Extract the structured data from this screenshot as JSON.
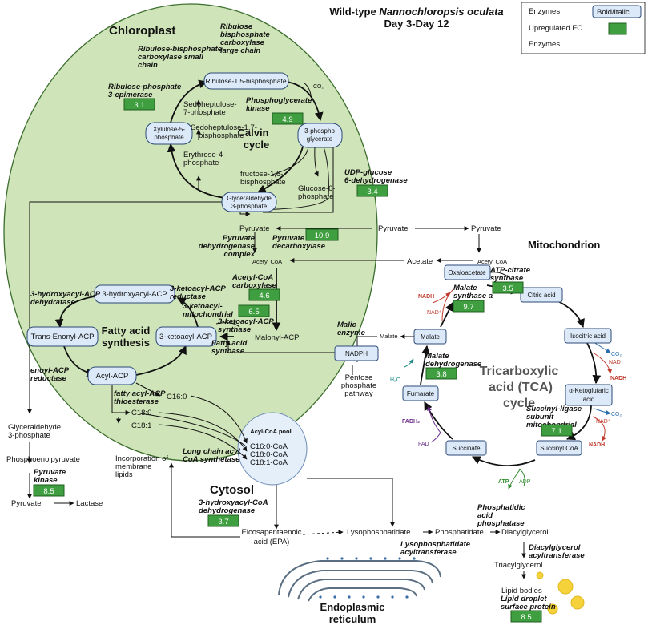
{
  "title": {
    "line1a": "Wild-type ",
    "line1b": "Nannochloropsis oculata",
    "line2": "Day 3-Day 12"
  },
  "legend": {
    "enzymes": "Enzymes",
    "bold_italic": "Bold/italic",
    "upregulated": "Upregulated FC",
    "enzymes2": "Enzymes"
  },
  "compartments": {
    "chloroplast": "Chloroplast",
    "calvin1": "Calvin",
    "calvin2": "cycle",
    "fatty1": "Fatty acid",
    "fatty2": "synthesis",
    "mito": "Mitochondrion",
    "tca1": "Tricarboxylic",
    "tca2": "acid (TCA)",
    "tca3": "cycle",
    "cytosol": "Cytosol",
    "er1": "Endoplasmic",
    "er2": "reticulum",
    "pool": "Acyl-CoA pool"
  },
  "boxes": {
    "rubp": "Ribulose-1,5-bisphosphate",
    "xyl1": "Xylulose-5-",
    "xyl2": "phosphate",
    "pg1": "3-phospho",
    "pg2": "glycerate",
    "gap1": "Glyceraldehyde",
    "gap2": "3-phosphate",
    "hacp": "3-hydroxyacyl-ACP",
    "tenoyl": "Trans-Enonyl-ACP",
    "ketoacp": "3-ketoacyl-ACP",
    "acylacp": "Acyl-ACP",
    "oxalo": "Oxaloacetate",
    "citric": "Citric acid",
    "isocitric": "Isocitric acid",
    "akg1": "α-Ketoglutaric",
    "akg2": "acid",
    "succoa": "Succinyl CoA",
    "succinate": "Succinate",
    "fumarate": "Fumarate",
    "malate": "Malate",
    "nadph": "NADPH"
  },
  "enzymes": {
    "rbs1": "Ribulose-bisphosphate",
    "rbs2": "carboxylase small",
    "rbs3": "chain",
    "rbl1": "Ribulose",
    "rbl2": "bisphosphate",
    "rbl3": "carboxylase",
    "rbl4": "large chain",
    "rpe1": "Ribulose-phosphate",
    "rpe2": "3-epimerase",
    "pgk1": "Phosphoglycerate",
    "pgk2": "kinase",
    "udp1": "UDP-glucose",
    "udp2": "6-dehydrogenase",
    "pdh1": "Pyruvate",
    "pdh2": "dehydrogenase",
    "pdh3": "complex",
    "pdc1": "Pyruvate",
    "pdc2": "decarboxylase",
    "acc1": "Acetyl-CoA",
    "acc2": "carboxylase",
    "hd1": "3-hydroxyacyl-ACP",
    "hd2": "dehydratase",
    "kr1": "3-ketoacyl-ACP",
    "kr2": "reductase",
    "km1": "3-ketoacyl-",
    "km2": "mitochondrial",
    "ks1": "3-ketoacyl-ACP",
    "ks2": "synthase",
    "fas1": "Fatty acid",
    "fas2": "synthase",
    "er1": "enoyl-ACP",
    "er2": "reductase",
    "fat1": "fatty acyl-ACP",
    "fat2": "thioesterase",
    "acl1": "ATP-citrate",
    "acl2": "synthase",
    "ms1": "Malate",
    "ms2": "synthase a",
    "me1": "Malic",
    "me2": "enzyme",
    "mdh1": "Malate",
    "mdh2": "dehydrogenase",
    "scs1": "Succinyl-ligase",
    "scs2": "subunit",
    "scs3": "mitochondrial",
    "pk1": "Pyruvate",
    "pk2": "kinase",
    "lcs1": "Long chain acyl",
    "lcs2": "CoA synthetase",
    "hcd1": "3-hydroxyacyl-CoA",
    "hcd2": "dehydrogenase",
    "lpat1": "Lysophosphatidate",
    "lpat2": "acyltransferase",
    "pap1": "Phosphatidic",
    "pap2": "acid",
    "pap3": "phosphatase",
    "dgat1": "Diacylglycerol",
    "dgat2": "acyltransferase",
    "ld1": "Lipid droplet",
    "ld2": "surface protein"
  },
  "fc": {
    "rpe": "3.1",
    "pgk": "4.9",
    "udp": "3.4",
    "pdc": "10.9",
    "acc": "4.6",
    "km": "6.5",
    "ms": "9.7",
    "mdh": "3.8",
    "acl": "3.5",
    "scs": "7.1",
    "pk": "8.5",
    "hcd": "3.7",
    "ld": "8.5"
  },
  "metabolites": {
    "co2": "CO₂",
    "sedo7a": "Sedoheptulose-",
    "sedo7b": "7-phosphate",
    "sedo17a": "Sedoheptulose-1,7-",
    "sedo17b": "bisphosphate",
    "ery1": "Erythrose-4-",
    "ery2": "phosphate",
    "fru1": "fructose-1,6-",
    "fru2": "bisphosphate",
    "glc1": "Glucose-6-",
    "glc2": "phosphate",
    "pyr_c": "Pyruvate",
    "pyr_m1": "Pyruvate",
    "pyr_m2": "Pyruvate",
    "acoa_c": "Acetyl CoA",
    "acoa_m": "Acetyl CoA",
    "acetate": "Acetate",
    "malonyl": "Malonyl-ACP",
    "c160": "C16:0",
    "c180": "C18:0",
    "c181": "C18:1",
    "malate_o": "Malate",
    "pp1": "Pentose",
    "pp2": "phosphate",
    "pp3": "pathway",
    "gap_o1": "Glyceraldehyde",
    "gap_o2": "3-phosphate",
    "pep": "Phosphoenolpyruvate",
    "pyr_o": "Pyruvate",
    "lactase": "Lactase",
    "pc1": "C16:0-CoA",
    "pc2": "C18:0-CoA",
    "pc3": "C18:1-CoA",
    "inc1": "Incorporation of",
    "inc2": "membrane",
    "inc3": "lipids",
    "epa1": "Eicosapentaenoic",
    "epa2": "acid (EPA)",
    "lysoph": "Lysophosphatidate",
    "phos": "Phosphatidate",
    "dag": "Diacylglycerol",
    "tag": "Triacylglycerol",
    "lipidb": "Lipid bodies",
    "nadh1": "NADH",
    "nad1": "NAD⁺",
    "co2b": "CO₂",
    "nad2": "NAD⁺",
    "nadh2": "NADH",
    "co2c": "CO₂",
    "nad3": "NAD⁺",
    "nadh3": "NADH",
    "fadh2": "FADH₂",
    "fad": "FAD",
    "h2o": "H₂O",
    "atp": "ATP",
    "adp": "ADP"
  }
}
